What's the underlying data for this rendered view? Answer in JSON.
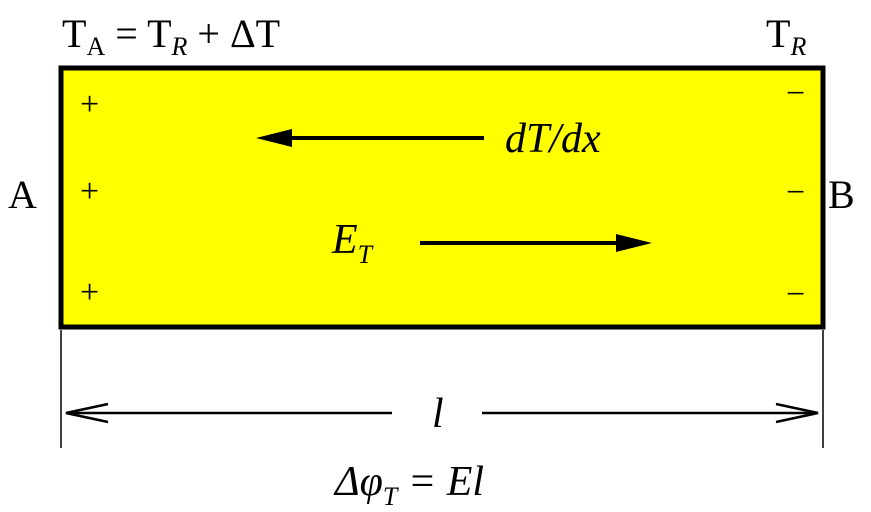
{
  "colors": {
    "bar_fill": "#ffff00",
    "stroke": "#000000",
    "text": "#000000"
  },
  "labels": {
    "top_left": {
      "T": "T",
      "sub_A": "A",
      "eq": " = ",
      "T2": "T",
      "sub_R": "R",
      "plus": " + ΔT"
    },
    "top_right": {
      "T": "T",
      "sub_R": "R"
    },
    "end_a": "A",
    "end_b": "B",
    "gradient": "dT/dx",
    "field": {
      "E": "E",
      "sub_T": "T"
    },
    "length": "l",
    "potential": {
      "delta_phi": "Δφ",
      "sub_T": "T",
      "rest": " = El"
    }
  },
  "charges": {
    "left": [
      "+",
      "+",
      "+"
    ],
    "right": [
      "−",
      "−",
      "−"
    ]
  }
}
